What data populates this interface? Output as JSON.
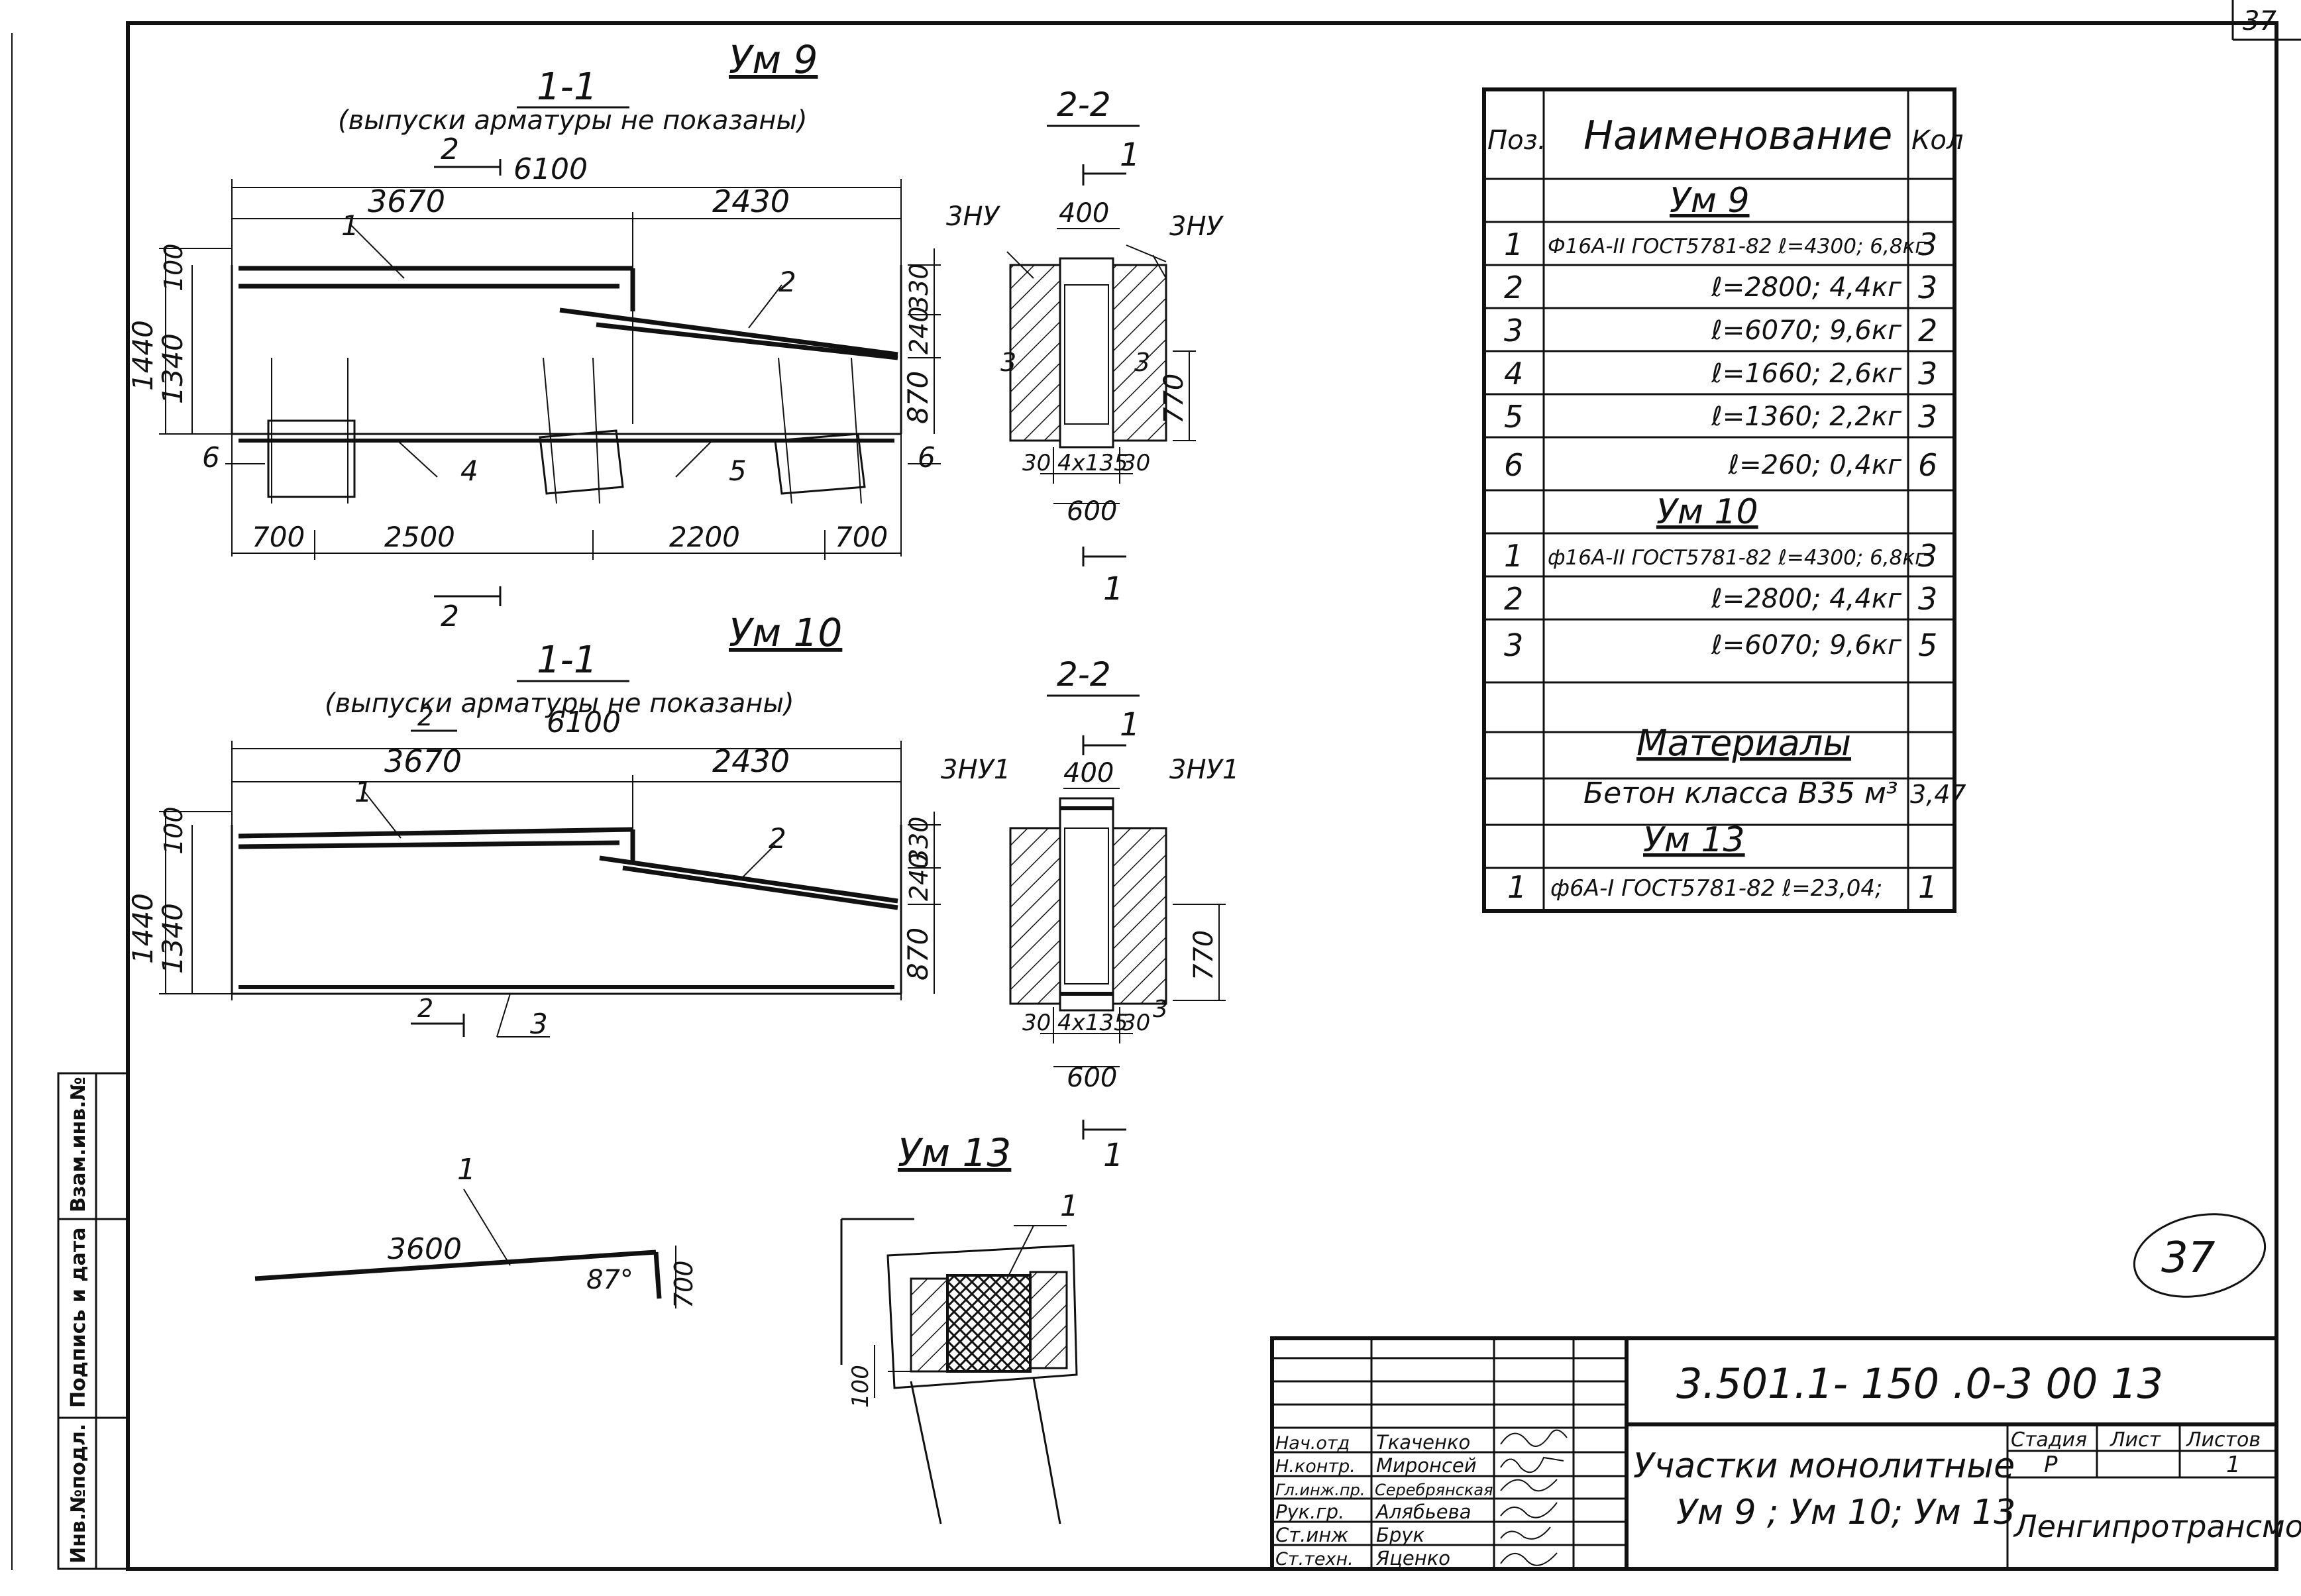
{
  "page_number": "37",
  "stamp_number": "37",
  "um9": {
    "label": "Ум 9",
    "section11_title": "1-1",
    "section11_note": "(выпуски арматуры не показаны)",
    "section_mark": "2",
    "total_length": "6100",
    "seg_left": "3670",
    "seg_right": "2430",
    "h_total": "1440",
    "h_main": "1340",
    "h_top": "100",
    "h_r1": "330",
    "h_r2": "240",
    "h_r3": "870",
    "bot_700a": "700",
    "bot_2500": "2500",
    "bot_2200": "2200",
    "bot_700b": "700",
    "pos1": "1",
    "pos2": "2",
    "pos4": "4",
    "pos5": "5",
    "pos6a": "6",
    "pos6b": "6",
    "section22_title": "2-2",
    "s22_mark": "1",
    "s22_width": "400",
    "s22_left_tag": "3НУ",
    "s22_right_tag": "3НУ",
    "s22_pos3a": "3",
    "s22_pos3b": "3",
    "s22_h": "770",
    "s22_b1": "30",
    "s22_b2": "4x135",
    "s22_b3": "30",
    "s22_total": "600"
  },
  "um10": {
    "label": "Ум 10",
    "section11_title": "1-1",
    "section11_note": "(выпуски арматуры не показаны)",
    "section_mark": "2",
    "total_length": "6100",
    "seg_left": "3670",
    "seg_right": "2430",
    "h_total": "1440",
    "h_main": "1340",
    "h_top": "100",
    "h_r1": "330",
    "h_r2": "240",
    "h_r3": "870",
    "pos1": "1",
    "pos2": "2",
    "pos3": "3",
    "section22_title": "2-2",
    "s22_mark": "1",
    "s22_width": "400",
    "s22_left_tag": "3НУ1",
    "s22_right_tag": "3НУ1",
    "s22_pos3": "3",
    "s22_h": "770",
    "s22_b1": "30",
    "s22_b2": "4x135",
    "s22_b3": "30",
    "s22_total": "600"
  },
  "um13": {
    "label": "Ум 13",
    "pos1": "1",
    "length": "3600",
    "angle": "87°",
    "height": "700",
    "detail_pos": "1",
    "detail_dim": "100"
  },
  "spec": {
    "headers": [
      "Поз.",
      "Наименование",
      "Кол"
    ],
    "group_um9": "Ум 9",
    "um9_rows": [
      {
        "pos": "1",
        "name": "Ф16А-II ГОСТ5781-82 ℓ=4300; 6,8кг",
        "qty": "3"
      },
      {
        "pos": "2",
        "name": "ℓ=2800; 4,4кг",
        "qty": "3"
      },
      {
        "pos": "3",
        "name": "ℓ=6070; 9,6кг",
        "qty": "2"
      },
      {
        "pos": "4",
        "name": "ℓ=1660; 2,6кг",
        "qty": "3"
      },
      {
        "pos": "5",
        "name": "ℓ=1360; 2,2кг",
        "qty": "3"
      },
      {
        "pos": "6",
        "name": "ℓ=260; 0,4кг",
        "qty": "6"
      }
    ],
    "group_um10": "Ум 10",
    "um10_rows": [
      {
        "pos": "1",
        "name": "ф16А-II ГОСТ5781-82 ℓ=4300; 6,8кг",
        "qty": "3"
      },
      {
        "pos": "2",
        "name": "ℓ=2800; 4,4кг",
        "qty": "3"
      },
      {
        "pos": "3",
        "name": "ℓ=6070; 9,6кг",
        "qty": "5"
      }
    ],
    "materials_title": "Материалы",
    "concrete": "Бетон класса В35 м³",
    "concrete_qty": "3,47",
    "group_um13": "Ум 13",
    "um13_row": {
      "pos": "1",
      "name": "ф6А-I ГОСТ5781-82 ℓ=23,04;",
      "qty": "1"
    }
  },
  "sidebar": {
    "label1": "Взам.инв.№",
    "label2": "Подпись и дата",
    "label3": "Инв.№подл."
  },
  "title_block": {
    "doc_code": "3.501.1- 150  .0-3 00 13",
    "title_line1": "Участки монолитные",
    "title_line2": "Ум 9 ; Ум 10; Ум 13",
    "stage_label": "Стадия",
    "sheet_label": "Лист",
    "sheets_label": "Листов",
    "stage": "Р",
    "sheets": "1",
    "org": "Ленгипротрансмост",
    "staff": [
      {
        "role": "Нач.отд",
        "name": "Ткаченко"
      },
      {
        "role": "Н.контр.",
        "name": "Миронсей"
      },
      {
        "role": "Гл.инж.пр.",
        "name": "Серебрянская"
      },
      {
        "role": "Рук.гр.",
        "name": "Алябьева"
      },
      {
        "role": "Ст.инж",
        "name": "Брук"
      },
      {
        "role": "Ст.техн.",
        "name": "Яценко"
      }
    ]
  }
}
